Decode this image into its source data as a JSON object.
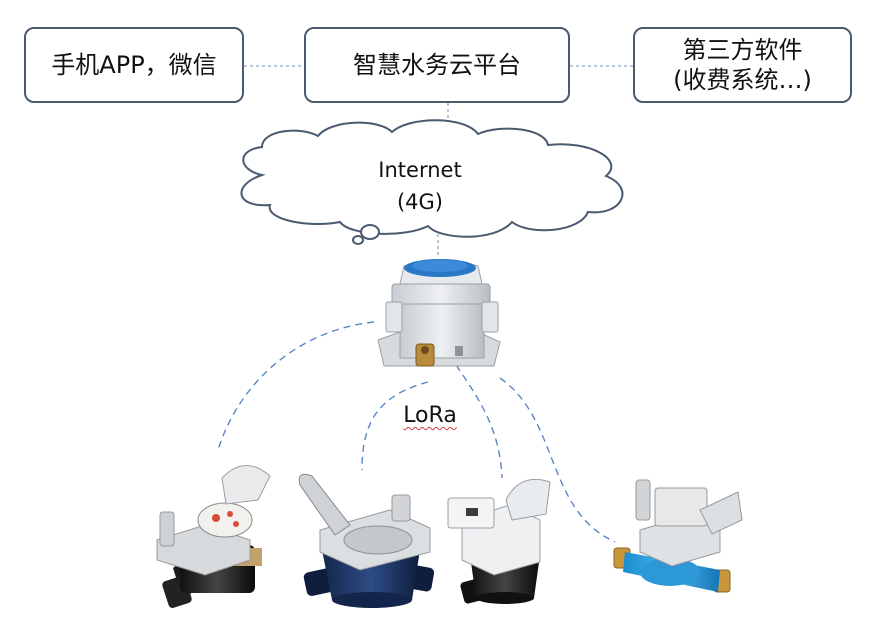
{
  "boxes": {
    "app": "手机APP，微信",
    "platform": "智慧水务云平台",
    "third_party": "第三方软件\n(收费系统…)"
  },
  "cloud": {
    "line1": "Internet",
    "line2": "(4G)"
  },
  "link_label": "LoRa",
  "colors": {
    "box_border": "#4a5a6f",
    "dashed_line": "#5b86c8",
    "meter_blue_dark": "#1f3a6e",
    "meter_blue_light": "#2a8fd4",
    "brass": "#c8963c"
  },
  "icons": [
    "cloud-icon",
    "gateway-device-icon",
    "water-meter-icon"
  ]
}
